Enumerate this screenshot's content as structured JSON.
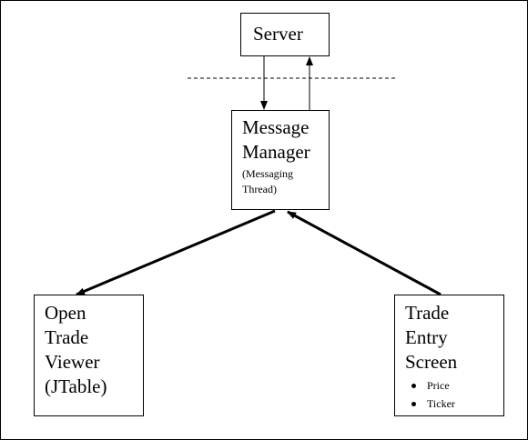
{
  "nodes": {
    "server": {
      "label": "Server"
    },
    "message_manager": {
      "title_lines": [
        "Message",
        "Manager"
      ],
      "sub_lines": [
        "(Messaging",
        "Thread)"
      ]
    },
    "open_trade_viewer": {
      "title_lines": [
        "Open",
        "Trade",
        "Viewer",
        "(JTable)"
      ]
    },
    "trade_entry_screen": {
      "title_lines": [
        "Trade",
        "Entry",
        "Screen"
      ],
      "bullets": [
        "Price",
        "Ticker"
      ]
    }
  },
  "edges": [
    {
      "from": "server",
      "to": "message_manager"
    },
    {
      "from": "message_manager",
      "to": "server"
    },
    {
      "from": "message_manager",
      "to": "open_trade_viewer"
    },
    {
      "from": "trade_entry_screen",
      "to": "message_manager"
    }
  ],
  "colors": {
    "line": "#000000",
    "background": "#ffffff"
  }
}
